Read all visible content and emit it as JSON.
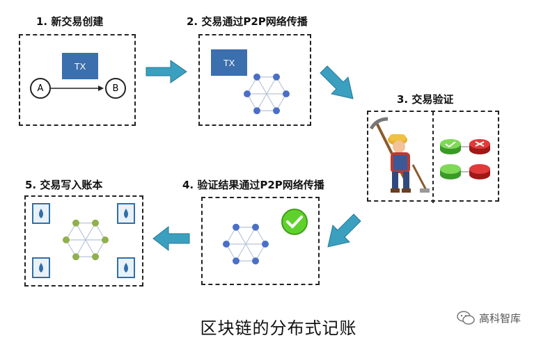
{
  "steps": [
    {
      "label": "1. 新交易创建"
    },
    {
      "label": "2. 交易通过P2P网络传播"
    },
    {
      "label": "3. 交易验证"
    },
    {
      "label": "4. 验证结果通过P2P网络传播"
    },
    {
      "label": "5. 交易写入账本"
    }
  ],
  "tx_label": "TX",
  "node_a": "A",
  "node_b": "B",
  "caption": "区块链的分布式记账",
  "watermark": "高科智库",
  "colors": {
    "tx_box": "#3c6fae",
    "network_blue": "#4a6fc7",
    "network_green": "#8fb04a",
    "arrow": "#3b9fc0",
    "check_green": "#5fd12c",
    "ledger_blue": "#2f6fa8"
  }
}
